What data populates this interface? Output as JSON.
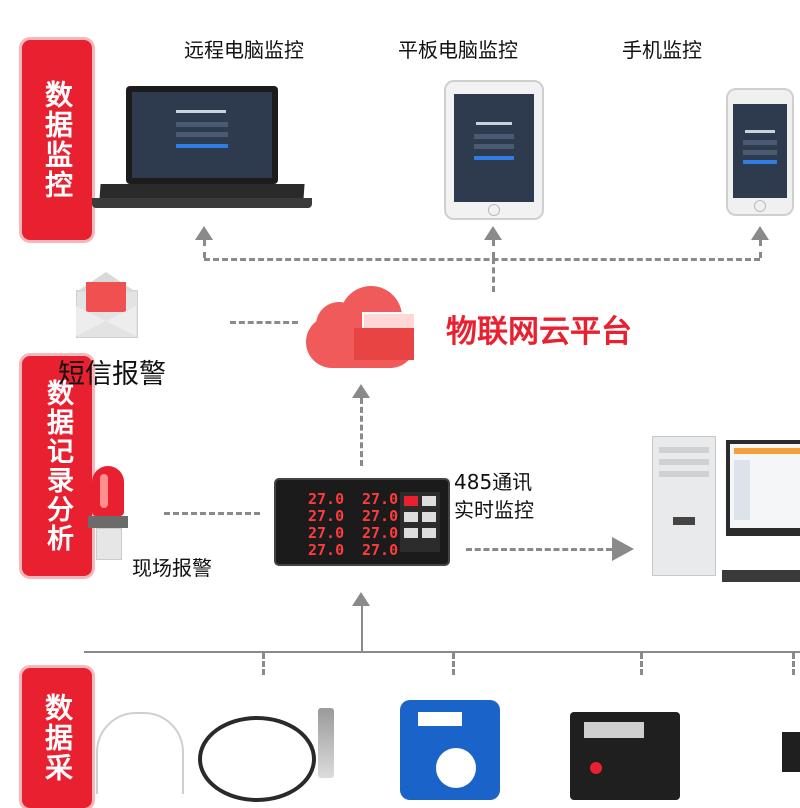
{
  "sections": {
    "monitor": "数据监控",
    "record": "数据记录分析",
    "collect": "数据采"
  },
  "devices": {
    "remote_pc": "远程电脑监控",
    "tablet": "平板电脑监控",
    "phone": "手机监控"
  },
  "cloud": {
    "label": "物联网云平台"
  },
  "sms_alarm": "短信报警",
  "site_alarm": "现场报警",
  "comm": {
    "line1": "485通讯",
    "line2": "实时监控"
  },
  "controller": {
    "readings": [
      "27.0",
      "27.0",
      "27.0",
      "27.0",
      "27.0",
      "27.0",
      "27.0",
      "27.0"
    ]
  },
  "colors": {
    "accent": "#e8202f",
    "connector": "#8a8a8a"
  }
}
